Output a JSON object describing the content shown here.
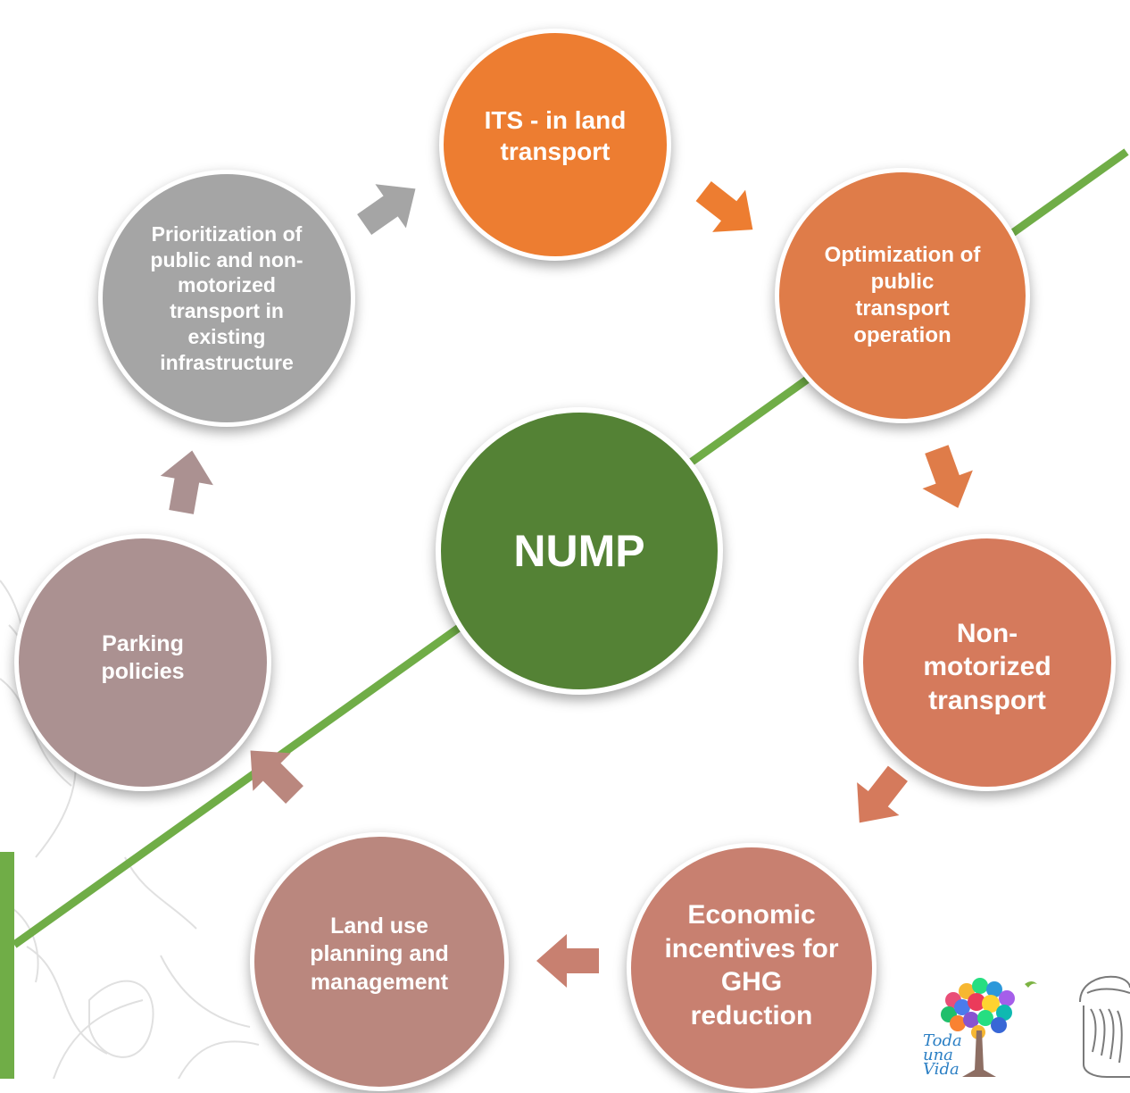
{
  "diagram": {
    "center": {
      "label": "NUMP",
      "color": "#548235"
    },
    "nodes": [
      {
        "id": "its",
        "label": "ITS - in land transport",
        "color": "#ED7D31"
      },
      {
        "id": "opt",
        "label": "Optimization of public transport operation",
        "color": "#DF7C49"
      },
      {
        "id": "nmt",
        "label": "Non-motorized transport",
        "color": "#D57A5C"
      },
      {
        "id": "eco",
        "label": "Economic incentives for GHG reduction",
        "color": "#C88070"
      },
      {
        "id": "land",
        "label": "Land use planning and management",
        "color": "#BA877E"
      },
      {
        "id": "park",
        "label": "Parking policies",
        "color": "#AB9191"
      },
      {
        "id": "prio",
        "label": "Prioritization of public and non-motorized transport in existing infrastructure",
        "color": "#A5A5A5"
      }
    ],
    "connector_color": "#70AD47"
  },
  "branding": {
    "tree_logo": {
      "name": "toda-una-vida-tree-logo",
      "text": "Toda una Vida"
    },
    "seal": {
      "name": "national-seal-icon"
    }
  }
}
